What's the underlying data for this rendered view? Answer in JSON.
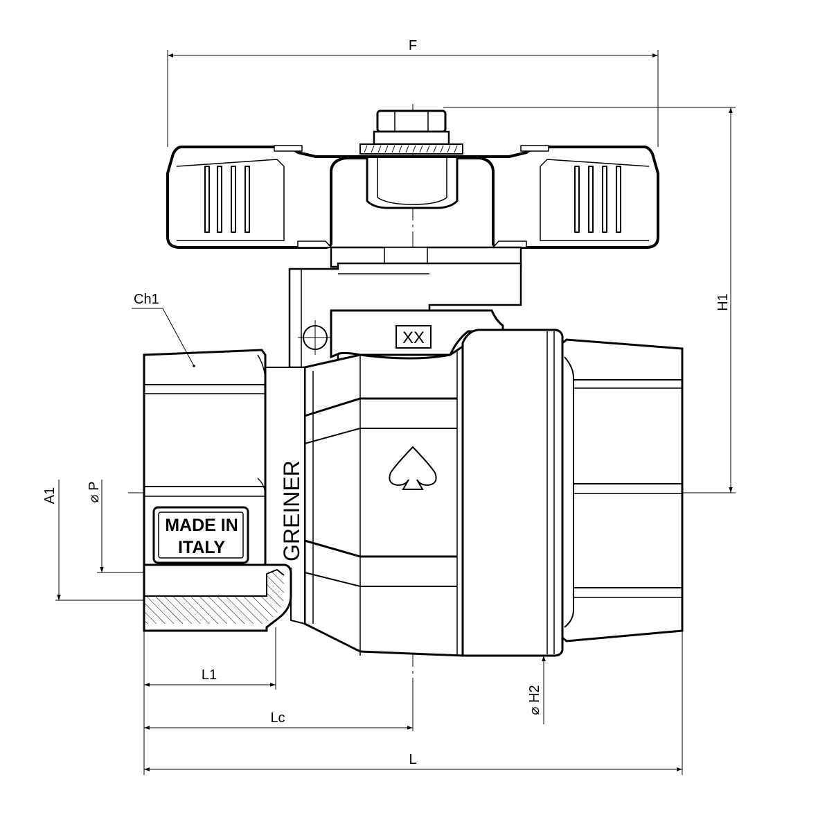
{
  "drawing": {
    "dimensions": {
      "F": "F",
      "H1": "H1",
      "Ch1": "Ch1",
      "A1": "A1",
      "P": "⌀ P",
      "H2": "⌀ H2",
      "L1": "L1",
      "Lc": "Lc",
      "L": "L"
    },
    "markings": {
      "brand": "GREINER",
      "origin_line1": "MADE IN",
      "origin_line2": "ITALY",
      "size_code": "XX"
    },
    "colors": {
      "line": "#000000",
      "background": "#ffffff"
    }
  }
}
